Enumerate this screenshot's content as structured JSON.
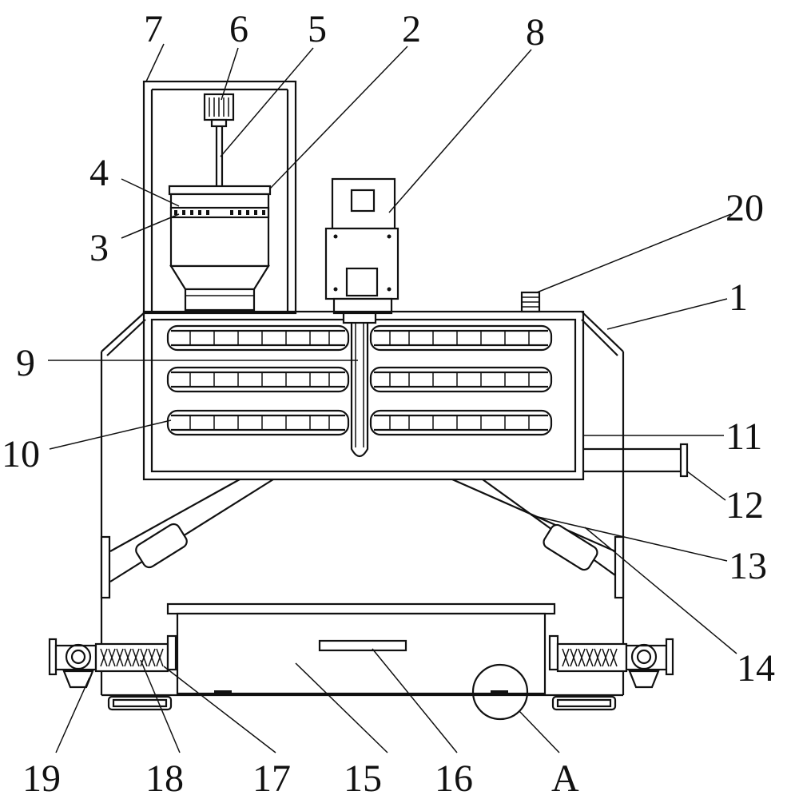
{
  "diagram": {
    "labels": {
      "l1": "1",
      "l2": "2",
      "l3": "3",
      "l4": "4",
      "l5": "5",
      "l6": "6",
      "l7": "7",
      "l8": "8",
      "l9": "9",
      "l10": "10",
      "l11": "11",
      "l12": "12",
      "l13": "13",
      "l14": "14",
      "l15": "15",
      "l16": "16",
      "l17": "17",
      "l18": "18",
      "l19": "19",
      "l20": "20",
      "lA": "A"
    },
    "colors": {
      "line": "#111111",
      "background": "#ffffff"
    }
  }
}
